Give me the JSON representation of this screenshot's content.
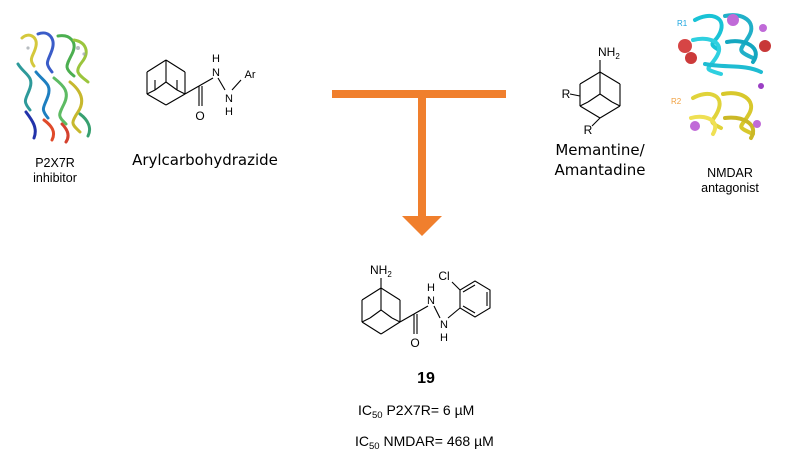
{
  "left": {
    "protein_label_line1": "P2X7R",
    "protein_label_line2": "inhibitor",
    "scaffold_label": "Arylcarbohydrazide",
    "atoms": {
      "H1": "H",
      "N1": "N",
      "N2": "N",
      "H2": "H",
      "Ar": "Ar",
      "O": "O"
    }
  },
  "right": {
    "scaffold_label_line1": "Memantine/",
    "scaffold_label_line2": "Amantadine",
    "protein_label_line1": "NMDAR",
    "protein_label_line2": "antagonist",
    "atoms": {
      "NH2": "NH",
      "NH2_sub": "2",
      "R_top": "R",
      "R_bottom": "R"
    },
    "protein_tags": {
      "r1": "R1",
      "r2": "R2"
    }
  },
  "product": {
    "atoms": {
      "NH2": "NH",
      "NH2_sub": "2",
      "Cl": "Cl",
      "H1": "H",
      "N1": "N",
      "N2": "N",
      "H2": "H",
      "O": "O"
    },
    "compound_number": "19",
    "ic50_p2x7r": {
      "prefix": "IC",
      "sub": "50",
      "text": " P2X7R= 6 µM"
    },
    "ic50_nmdar": {
      "prefix": "IC",
      "sub": "50",
      "text": " NMDAR= 468 µM"
    }
  },
  "colors": {
    "arrow": "#f07f2d",
    "bond": "#000000"
  },
  "icons": {
    "left_protein": "p2x7r-protein-ribbon",
    "right_protein": "nmdar-protein-ribbon"
  }
}
